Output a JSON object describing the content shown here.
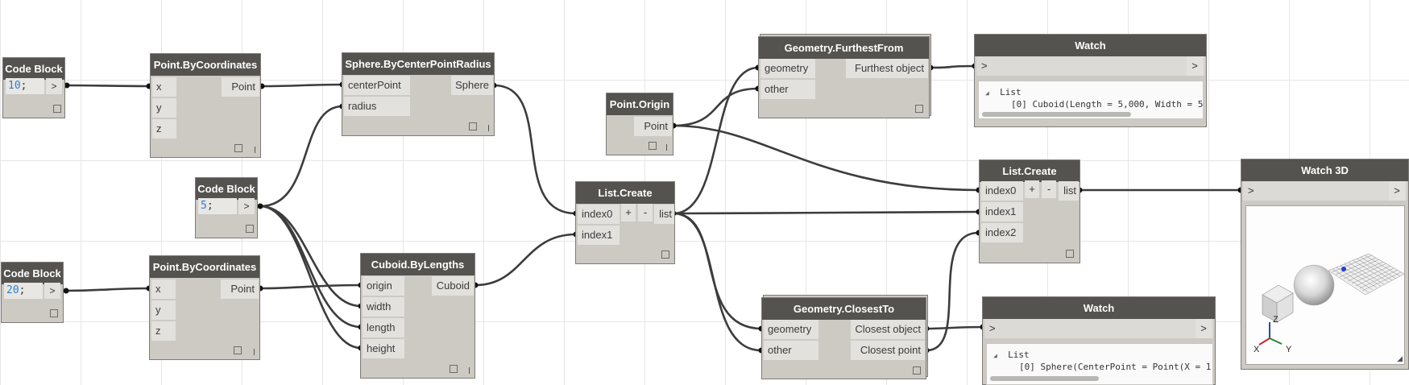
{
  "nodes": {
    "cb10": {
      "title": "Code Block",
      "value": "10",
      "semi": ";",
      "arrow": ">"
    },
    "cb5": {
      "title": "Code Block",
      "value": "5",
      "semi": ";",
      "arrow": ">"
    },
    "cb20": {
      "title": "Code Block",
      "value": "20",
      "semi": ";",
      "arrow": ">"
    },
    "pbc1": {
      "title": "Point.ByCoordinates",
      "inputs": [
        "x",
        "y",
        "z"
      ],
      "output": "Point"
    },
    "pbc2": {
      "title": "Point.ByCoordinates",
      "inputs": [
        "x",
        "y",
        "z"
      ],
      "output": "Point"
    },
    "sphere": {
      "title": "Sphere.ByCenterPointRadius",
      "inputs": [
        "centerPoint",
        "radius"
      ],
      "output": "Sphere"
    },
    "cuboid": {
      "title": "Cuboid.ByLengths",
      "inputs": [
        "origin",
        "width",
        "length",
        "height"
      ],
      "output": "Cuboid"
    },
    "origin": {
      "title": "Point.Origin",
      "output": "Point"
    },
    "list1": {
      "title": "List.Create",
      "inputs": [
        "index0",
        "index1"
      ],
      "output": "list",
      "plus": "+",
      "minus": "-"
    },
    "list2": {
      "title": "List.Create",
      "inputs": [
        "index0",
        "index1",
        "index2"
      ],
      "output": "list",
      "plus": "+",
      "minus": "-"
    },
    "furthest": {
      "title": "Geometry.FurthestFrom",
      "inputs": [
        "geometry",
        "other"
      ],
      "output": "Furthest object"
    },
    "closest": {
      "title": "Geometry.ClosestTo",
      "inputs": [
        "geometry",
        "other"
      ],
      "outputs": [
        "Closest object",
        "Closest point"
      ]
    },
    "watch1": {
      "title": "Watch",
      "in": ">",
      "out": ">",
      "list_label": "List",
      "item": "[0] Cuboid(Length = 5,000, Width = 5"
    },
    "watch2": {
      "title": "Watch",
      "in": ">",
      "out": ">",
      "list_label": "List",
      "item": "[0] Sphere(CenterPoint = Point(X = 1"
    },
    "watch3d": {
      "title": "Watch 3D",
      "in": ">",
      "out": ">",
      "axes": {
        "x": "X",
        "y": "Y",
        "z": "Z"
      }
    }
  },
  "colors": {
    "header": "#54534f",
    "node_body": "#cdcac4",
    "port": "#e3e1dd",
    "wire": "#3c3c3c",
    "code_number": "#2a7fd1"
  }
}
